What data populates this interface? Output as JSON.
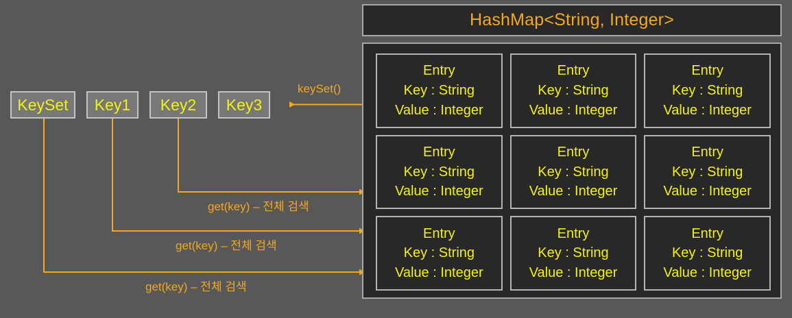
{
  "diagram": {
    "title": "HashMap<String, Integer> keySet and get(key) structure",
    "background_color": "#585858",
    "accent_orange": "#f5a81c",
    "accent_yellow": "#f2f20d",
    "panel_dark": "#282828",
    "border_gray": "#a8a8a8",
    "key_box_fill": "#787878"
  },
  "hashmap": {
    "title": "HashMap<String, Integer>",
    "entries": [
      {
        "name": "Entry",
        "key_line": "Key : String",
        "value_line": "Value : Integer"
      },
      {
        "name": "Entry",
        "key_line": "Key : String",
        "value_line": "Value : Integer"
      },
      {
        "name": "Entry",
        "key_line": "Key : String",
        "value_line": "Value : Integer"
      },
      {
        "name": "Entry",
        "key_line": "Key : String",
        "value_line": "Value : Integer"
      },
      {
        "name": "Entry",
        "key_line": "Key : String",
        "value_line": "Value : Integer"
      },
      {
        "name": "Entry",
        "key_line": "Key : String",
        "value_line": "Value : Integer"
      },
      {
        "name": "Entry",
        "key_line": "Key : String",
        "value_line": "Value : Integer"
      },
      {
        "name": "Entry",
        "key_line": "Key : String",
        "value_line": "Value : Integer"
      },
      {
        "name": "Entry",
        "key_line": "Key : String",
        "value_line": "Value : Integer"
      }
    ]
  },
  "keys": [
    {
      "label": "KeySet"
    },
    {
      "label": "Key1"
    },
    {
      "label": "Key2"
    },
    {
      "label": "Key3"
    }
  ],
  "arrows": {
    "keyset_label": "keySet()",
    "get_labels": [
      "get(key) – 전체 검색",
      "get(key) – 전체 검색",
      "get(key) – 전체 검색"
    ]
  }
}
